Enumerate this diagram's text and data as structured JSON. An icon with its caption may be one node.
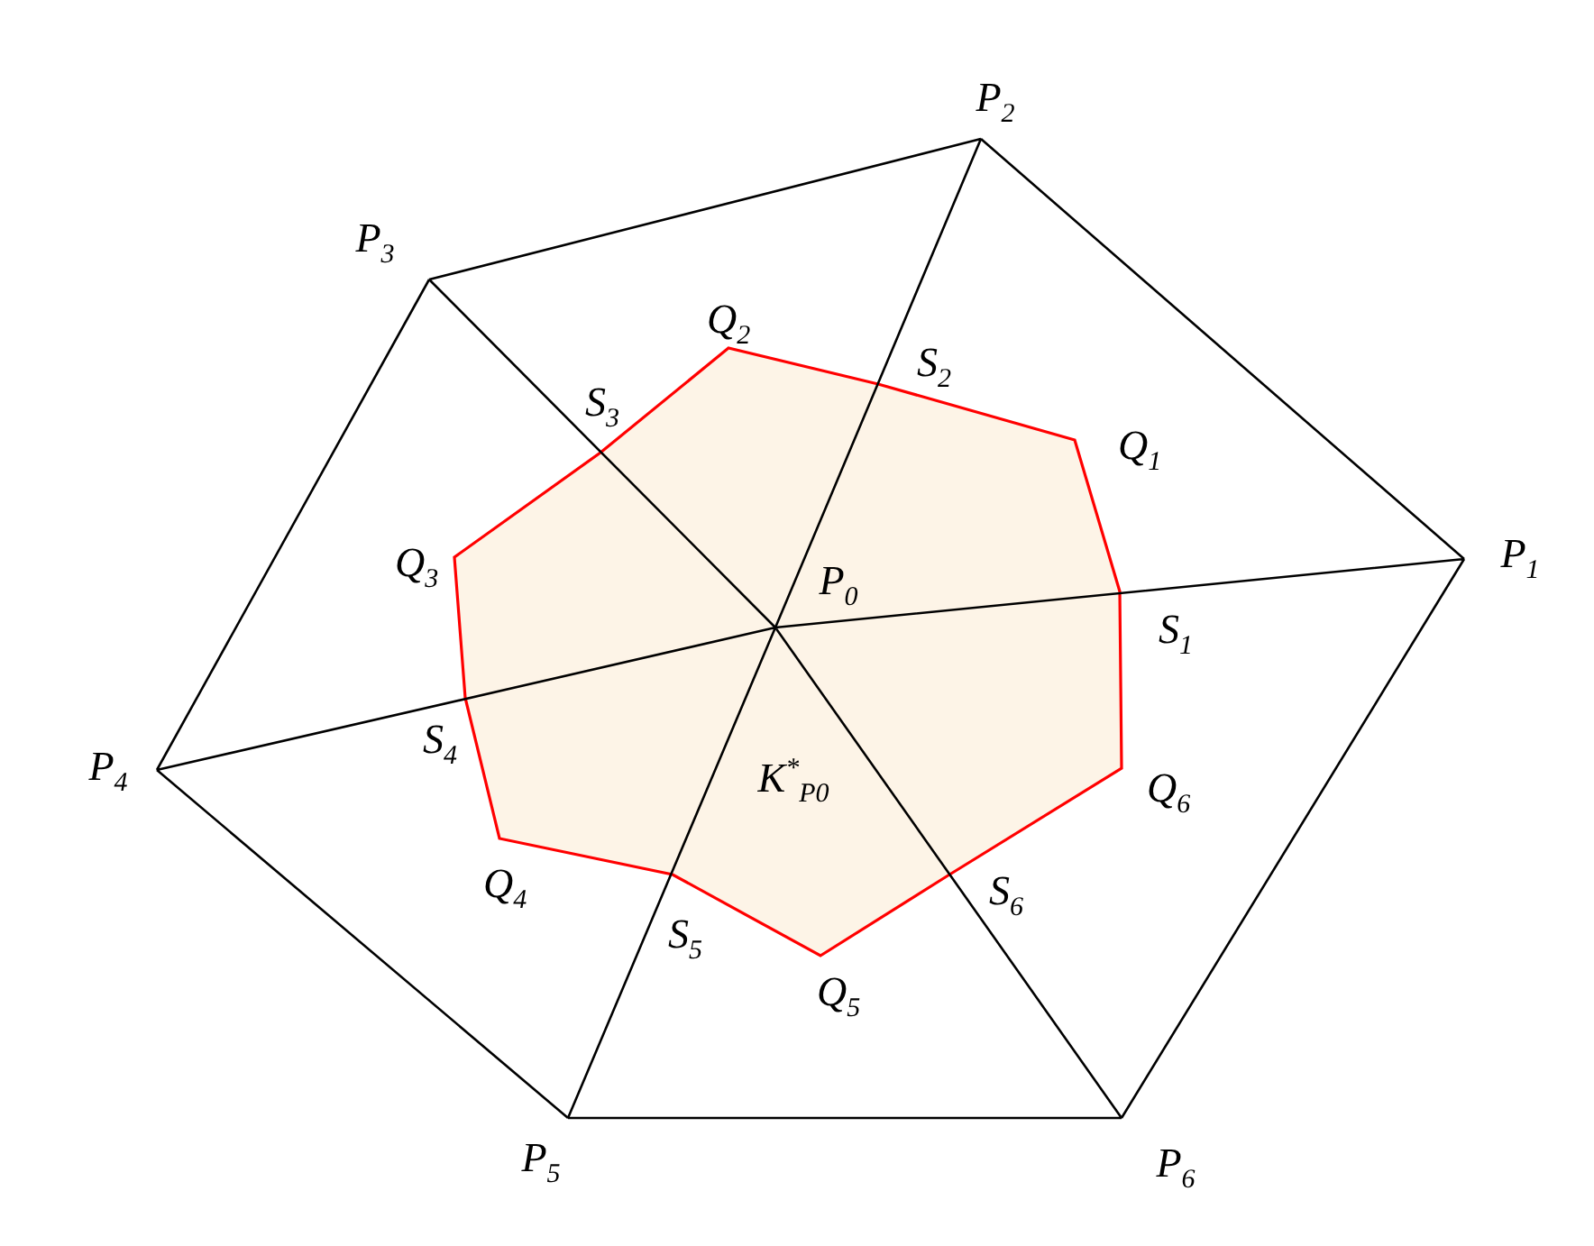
{
  "diagram": {
    "nodes": [
      {
        "text": [
          "K$^{*}$$_{P0}$"
        ]
      }
    ],
    "labels": [
      "P$_{2}$",
      "P$_{3}$",
      "Q$_{2}$",
      "S$_{2}$",
      "Q$_{1}$",
      "S$_{3}$",
      "Q$_{3}$",
      "P$_{1}$",
      "P$_{0}$",
      "S$_{1}$",
      "S$_{4}$",
      "P$_{4}$",
      "Q$_{6}$",
      "Q$_{4}$",
      "S$_{6}$",
      "S$_{5}$",
      "Q$_{5}$",
      "P$_{5}$",
      "P$_{6}$"
    ]
  }
}
